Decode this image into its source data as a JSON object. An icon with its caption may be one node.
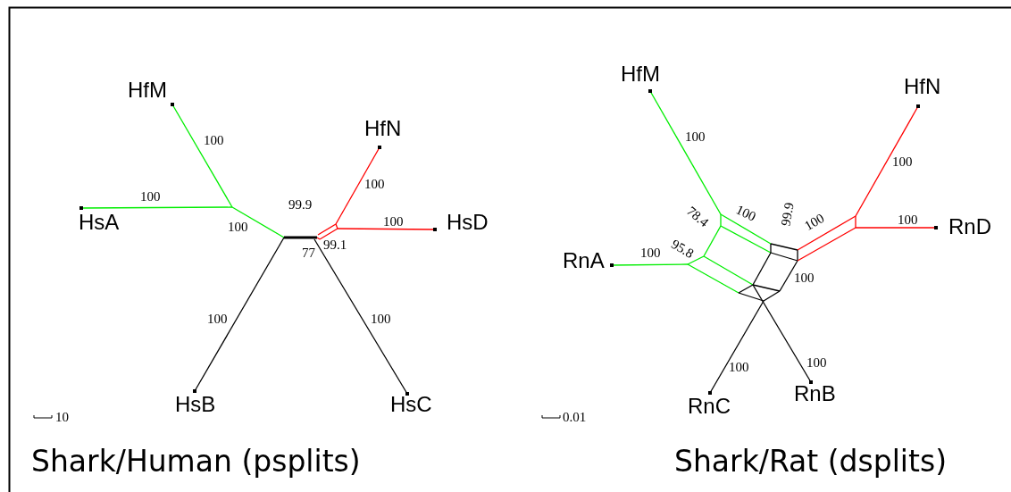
{
  "diagram": {
    "labels": [
      "HfM",
      "100",
      "HfN",
      "100",
      "100",
      "HsA",
      "100",
      "99.9",
      "100",
      "HsD",
      "77",
      "99.1",
      "100",
      "100",
      "HsB",
      "HsC",
      "10",
      "Shark/Human (psplits)",
      "HfM",
      "HfN",
      "100",
      "100",
      "78.4",
      "100",
      "99.9",
      "100",
      "100",
      "RnD",
      "95.8",
      "100",
      "RnA",
      "100",
      "100",
      "100",
      "RnC",
      "RnB",
      "0.01",
      "Shark/Rat (dsplits)"
    ]
  }
}
